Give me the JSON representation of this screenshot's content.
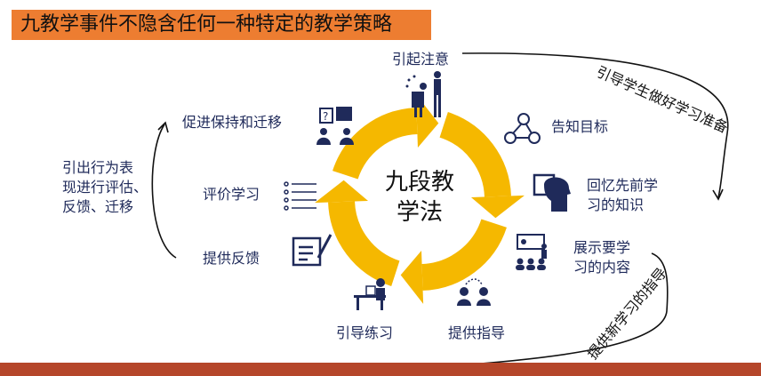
{
  "title": "九教学事件不隐含任何一种特定的教学策略",
  "center": {
    "line1": "九段教",
    "line2": "学法"
  },
  "events": [
    {
      "label": "引起注意",
      "icon": "attention-icon"
    },
    {
      "label": "告知目标",
      "icon": "goal-network-icon"
    },
    {
      "label": "回忆先前学习的知识",
      "line1": "回忆先前学",
      "line2": "习的知识",
      "icon": "recall-head-icon"
    },
    {
      "label": "展示要学习的内容",
      "line1": "展示要学",
      "line2": "习的内容",
      "icon": "presentation-icon"
    },
    {
      "label": "提供指导",
      "icon": "guidance-icon"
    },
    {
      "label": "引导练习",
      "icon": "practice-desk-icon"
    },
    {
      "label": "提供反馈",
      "icon": "feedback-document-icon"
    },
    {
      "label": "评价学习",
      "icon": "checklist-icon"
    },
    {
      "label": "促进保持和迁移",
      "icon": "question-transfer-icon"
    }
  ],
  "annotations": {
    "prepare": "引导学生做好学习准备",
    "new_learning": "提供新学习的指导",
    "left": {
      "line1": "引出行为表",
      "line2": "现进行评估、",
      "line3": "反馈、迁移"
    }
  },
  "colors": {
    "title_bg": "#ed7d31",
    "ring": "#f5b800",
    "text": "#1f2a5a",
    "bottom_bar": "#b5462a"
  }
}
